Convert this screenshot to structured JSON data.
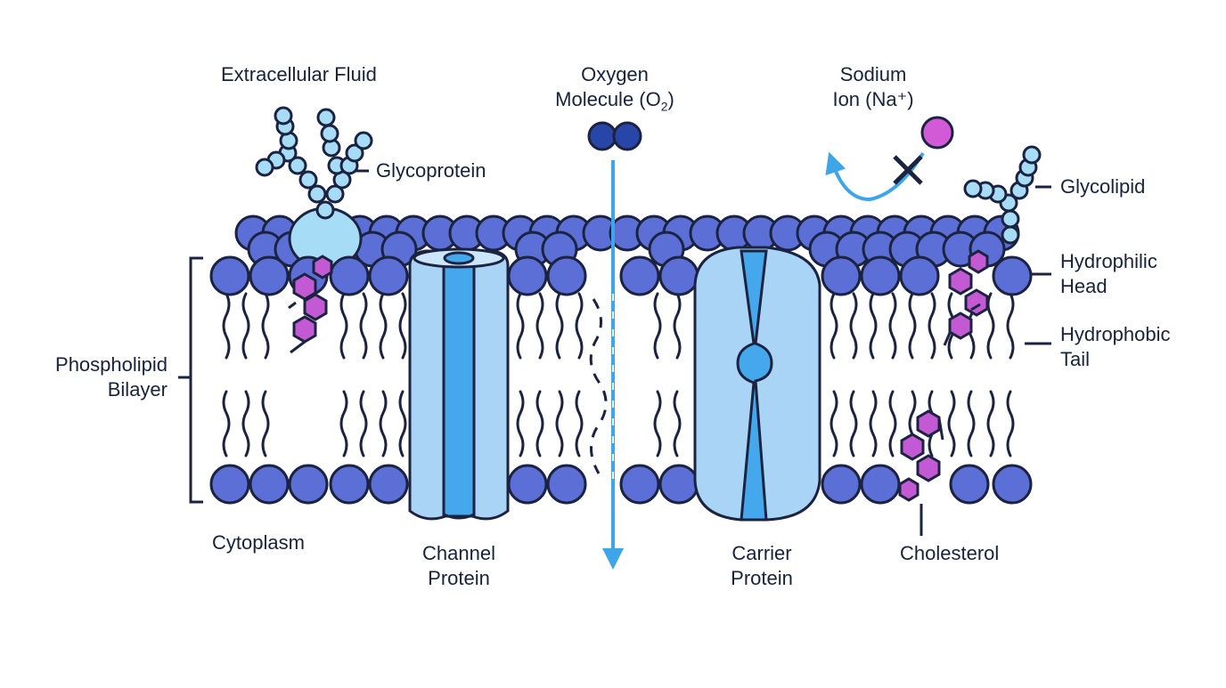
{
  "labels": {
    "extracellular_fluid": "Extracellular Fluid",
    "glycoprotein": "Glycoprotein",
    "oxygen_line1": "Oxygen",
    "oxygen_line2_prefix": "Molecule (O",
    "oxygen_subscript": "2",
    "oxygen_line2_suffix": ")",
    "sodium_line1": "Sodium",
    "sodium_line2": "Ion (Na⁺)",
    "glycolipid": "Glycolipid",
    "hydrophilic_line1": "Hydrophilic",
    "hydrophilic_line2": "Head",
    "hydrophobic_line1": "Hydrophobic",
    "hydrophobic_line2": "Tail",
    "bilayer_line1": "Phospholipid",
    "bilayer_line2": "Bilayer",
    "cytoplasm": "Cytoplasm",
    "channel_line1": "Channel",
    "channel_line2": "Protein",
    "carrier_line1": "Carrier",
    "carrier_line2": "Protein",
    "cholesterol": "Cholesterol"
  },
  "colors": {
    "head_fill": "#5b6fd6",
    "outline": "#1b2340",
    "protein_light": "#a9d4f5",
    "protein_mid": "#45a8ec",
    "arrow_blue": "#3ea6e8",
    "sugar_fill": "#a7dcf7",
    "cholesterol_fill": "#c45ad3",
    "oxygen_fill": "#2746a8",
    "sodium_fill": "#d25ad6",
    "label_text": "#17233a"
  }
}
